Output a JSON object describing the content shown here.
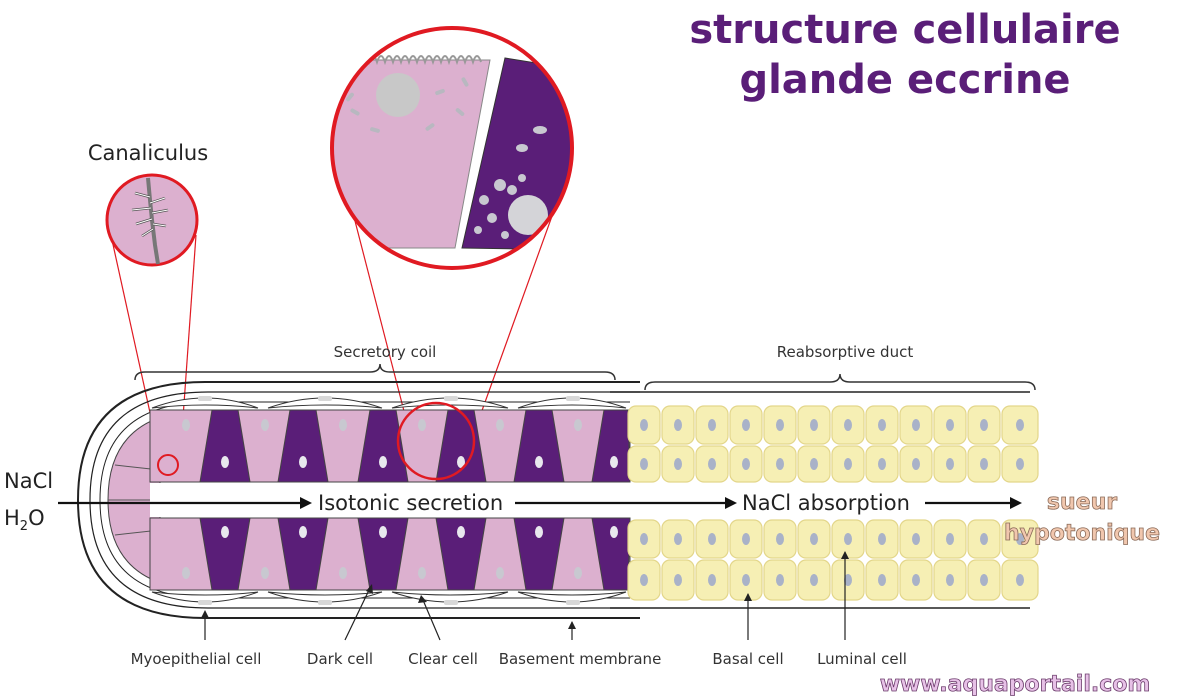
{
  "title": {
    "line1": "structure cellulaire",
    "line2": "glande eccrine"
  },
  "labels": {
    "canaliculus": "Canaliculus",
    "secretory_coil": "Secretory coil",
    "reabsorptive_duct": "Reabsorptive duct",
    "nacl": "NaCl",
    "h2o_base": "H",
    "h2o_sub": "2",
    "h2o_end": "O",
    "isotonic_secretion": "Isotonic secretion",
    "nacl_absorption": "NaCl absorption",
    "sweat_line1": "sueur",
    "sweat_line2": "hypotonique",
    "myoepithelial_cell": "Myoepithelial cell",
    "dark_cell": "Dark cell",
    "clear_cell": "Clear cell",
    "basement_membrane": "Basement membrane",
    "basal_cell": "Basal cell",
    "luminal_cell": "Luminal cell",
    "watermark": "www.aquaportail.com"
  },
  "colors": {
    "title": "#5a1e78",
    "clear_cell": "#dcb0cf",
    "dark_cell": "#5a1e78",
    "duct_cell": "#f6efb4",
    "nucleus": "#c8c8d0",
    "duct_nucleus": "#a9b2c8",
    "magnifier_ring": "#e01a22",
    "sweat_text": "#f1c7ae",
    "watermark": "#e7c1e7"
  }
}
